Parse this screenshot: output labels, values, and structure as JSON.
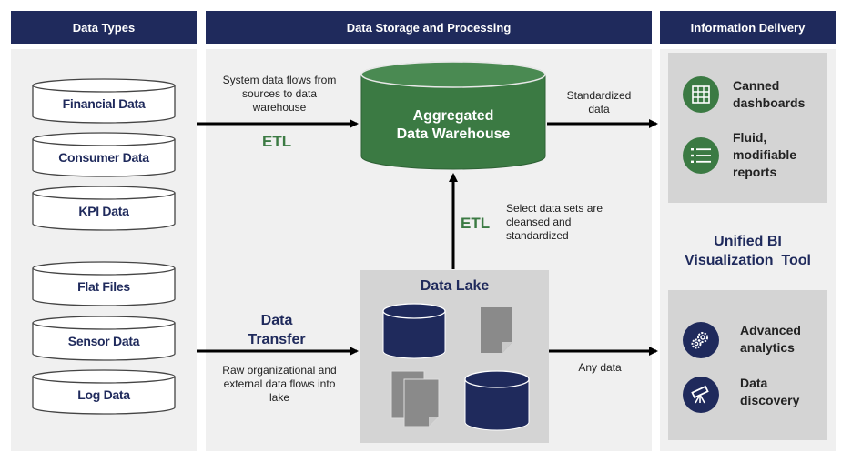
{
  "headers": {
    "data_types": "Data Types",
    "storage": "Data Storage and Processing",
    "delivery": "Information Delivery"
  },
  "sources": [
    "Financial Data",
    "Consumer Data",
    "KPI Data",
    "Flat Files",
    "Sensor Data",
    "Log Data"
  ],
  "warehouse": {
    "line1": "Aggregated",
    "line2": "Data Warehouse"
  },
  "flows": {
    "system_line1": "System data flows from",
    "system_line2": "sources to data",
    "system_line3": "warehouse",
    "etl_top": "ETL",
    "etl_mid": "ETL",
    "standardized_line1": "Standardized",
    "standardized_line2": "data",
    "select_line1": "Select data sets are",
    "select_line2": "cleansed and",
    "select_line3": "standardized",
    "transfer_line1": "Data",
    "transfer_line2": "Transfer",
    "raw_line1": "Raw organizational and",
    "raw_line2": "external data flows into",
    "raw_line3": "lake",
    "any_data": "Any data"
  },
  "data_lake": {
    "title": "Data Lake"
  },
  "delivery": {
    "canned_line1": "Canned",
    "canned_line2": "dashboards",
    "fluid_line1": "Fluid,",
    "fluid_line2": "modifiable",
    "fluid_line3": "reports",
    "unified_line1": "Unified BI",
    "unified_line2": "Visualization  Tool",
    "advanced_line1": "Advanced",
    "advanced_line2": "analytics",
    "discovery_line1": "Data",
    "discovery_line2": "discovery"
  },
  "icons": {
    "canned": "grid-icon",
    "fluid": "list-icon",
    "advanced": "gears-icon",
    "discovery": "telescope-icon"
  },
  "colors": {
    "navy": "#1f2a5c",
    "green": "#3b7a43",
    "panel_gray": "#f0f0f0",
    "lake_gray": "#d4d4d4"
  }
}
